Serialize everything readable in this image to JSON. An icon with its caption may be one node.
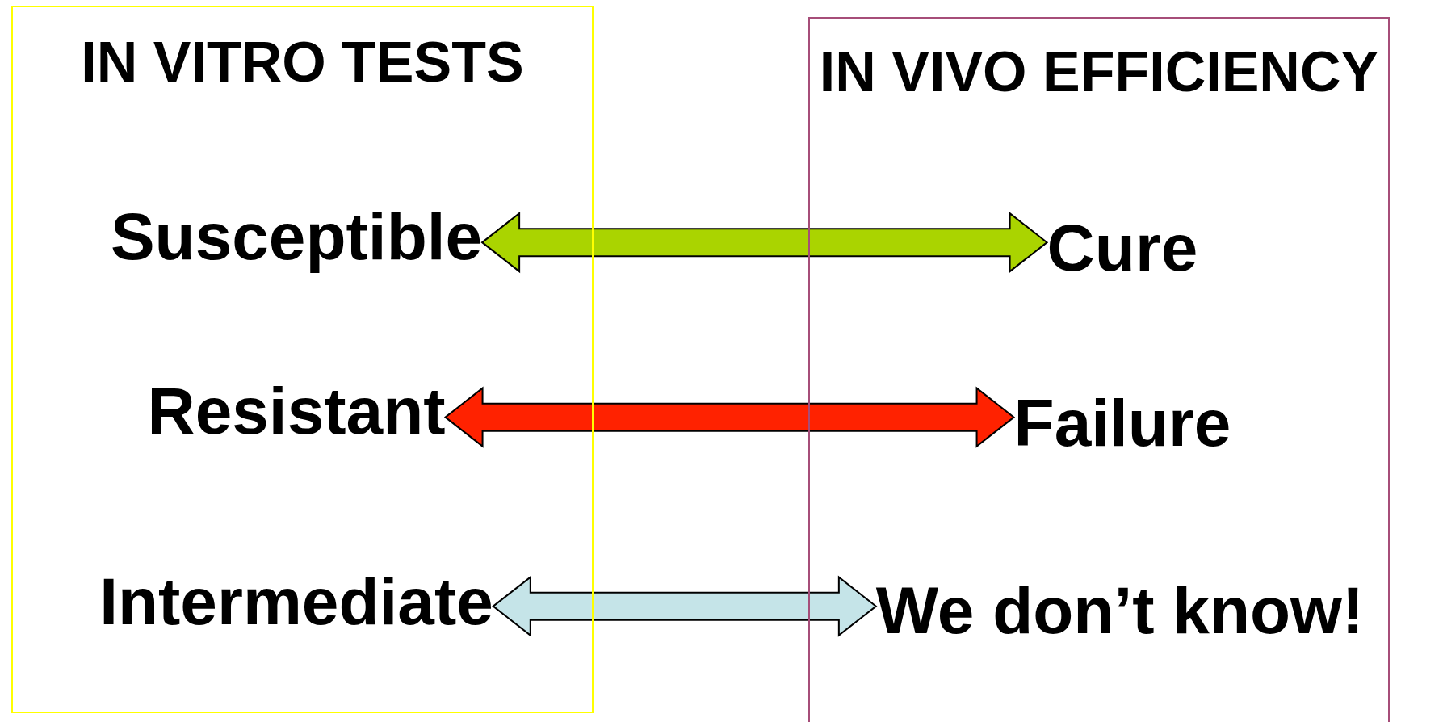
{
  "diagram": {
    "nodes": [
      {
        "text": [
          "IN VITRO TESTS"
        ]
      },
      {
        "text": [
          "Susceptible"
        ],
        "in": 0
      },
      {
        "text": [
          "Resistant"
        ],
        "in": 0
      },
      {
        "text": [
          "Intermediate"
        ],
        "in": 0
      },
      {
        "text": [
          "IN VIVO EFFICIENCY"
        ]
      },
      {
        "text": [
          "Cure"
        ],
        "in": 4
      },
      {
        "text": [
          "Failure"
        ],
        "in": 4
      },
      {
        "text": [
          "We don’t know!"
        ],
        "in": 4
      }
    ],
    "edges": [
      {
        "from": 1,
        "to": 5,
        "arrow": "both",
        "style": "thick",
        "color": "#aad400"
      },
      {
        "from": 2,
        "to": 6,
        "arrow": "both",
        "style": "thick",
        "color": "#ff2200"
      },
      {
        "from": 3,
        "to": 7,
        "arrow": "both",
        "style": "thick",
        "color": "#c5e4e8"
      }
    ]
  }
}
